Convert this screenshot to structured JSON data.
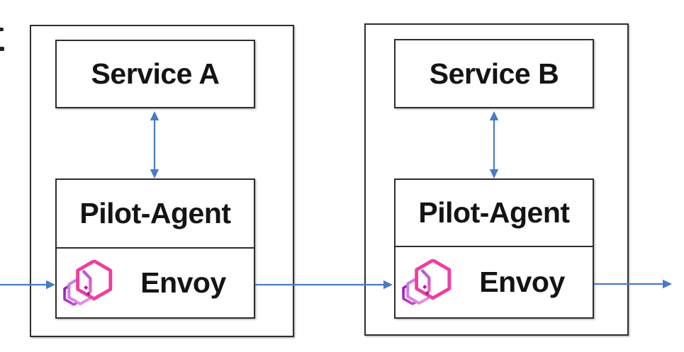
{
  "pods": [
    {
      "id": "pod-a",
      "service": "Service A",
      "agent": "Pilot-Agent",
      "proxy": "Envoy"
    },
    {
      "id": "pod-b",
      "service": "Service B",
      "agent": "Pilot-Agent",
      "proxy": "Envoy"
    }
  ],
  "icons": {
    "envoy_logo": "envoy-hexagons-logo"
  },
  "colors": {
    "arrow": "#4a7ac6",
    "border": "#2d2d2d",
    "envoypink": "#ee3f9f",
    "envoyviolet": "#c873e6",
    "envoypurple": "#a21cac"
  }
}
